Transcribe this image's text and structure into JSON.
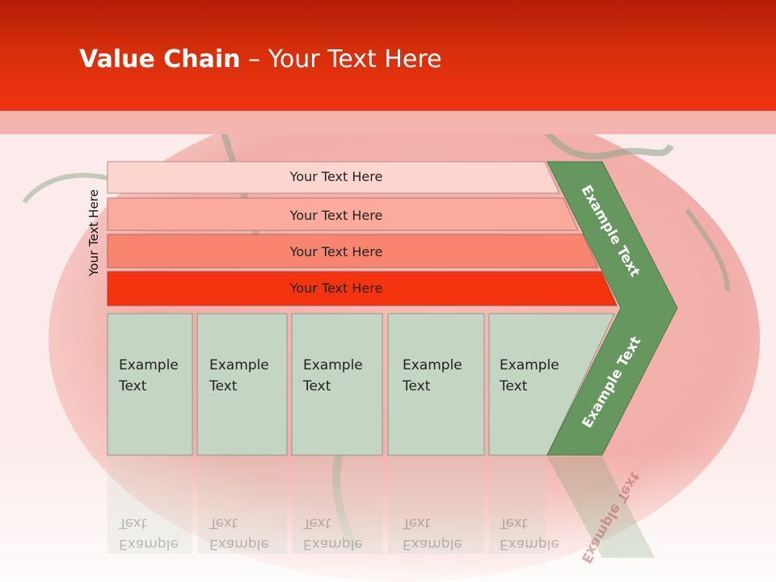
{
  "slide": {
    "title_bold": "Value Chain",
    "title_rest": " – Your Text Here",
    "side_label": "Your Text Here"
  },
  "bars": [
    {
      "label": "Your Text Here",
      "color": "#fdd5cf"
    },
    {
      "label": "Your Text Here",
      "color": "#fbab9c"
    },
    {
      "label": "Your Text Here",
      "color": "#f8866f"
    },
    {
      "label": "Your Text Here",
      "color": "#f3340e"
    }
  ],
  "columns": [
    {
      "line1": "Example",
      "line2": "Text"
    },
    {
      "line1": "Example",
      "line2": "Text"
    },
    {
      "line1": "Example",
      "line2": "Text"
    },
    {
      "line1": "Example",
      "line2": "Text"
    },
    {
      "line1": "Example",
      "line2": "Text"
    }
  ],
  "chevron": {
    "upper_label": "Example Text",
    "lower_label": "Example Text",
    "color": "#65975f"
  },
  "colors": {
    "header": "#e0300c",
    "column_fill": "#c4d6c3",
    "chevron": "#65975f"
  }
}
